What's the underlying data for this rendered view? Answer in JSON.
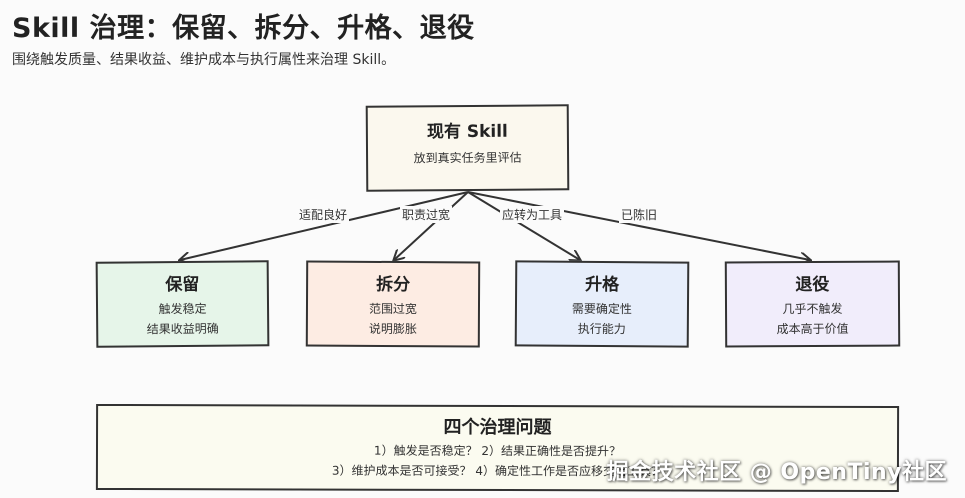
{
  "header": {
    "title": "Skill 治理：保留、拆分、升格、退役",
    "subtitle": "围绕触发质量、结果收益、维护成本与执行属性来治理 Skill。"
  },
  "root": {
    "title": "现有 Skill",
    "desc": "放到真实任务里评估",
    "color": "#fbf8ee"
  },
  "edges": [
    {
      "label": "适配良好"
    },
    {
      "label": "职责过宽"
    },
    {
      "label": "应转为工具"
    },
    {
      "label": "已陈旧"
    }
  ],
  "outcomes": [
    {
      "title": "保留",
      "line1": "触发稳定",
      "line2": "结果收益明确",
      "color": "#e6f5e9"
    },
    {
      "title": "拆分",
      "line1": "范围过宽",
      "line2": "说明膨胀",
      "color": "#fdece3"
    },
    {
      "title": "升格",
      "line1": "需要确定性",
      "line2": "执行能力",
      "color": "#e7eefb"
    },
    {
      "title": "退役",
      "line1": "几乎不触发",
      "line2": "成本高于价值",
      "color": "#f1edfb"
    }
  ],
  "questions": {
    "title": "四个治理问题",
    "line1": "1）触发是否稳定？ 2）结果正确性是否提升？",
    "line2": "3）维护成本是否可接受？ 4）确定性工作是否应移交给工具？",
    "color": "#fbfbf0"
  },
  "watermark": "掘金技术社区 @ OpenTiny社区"
}
